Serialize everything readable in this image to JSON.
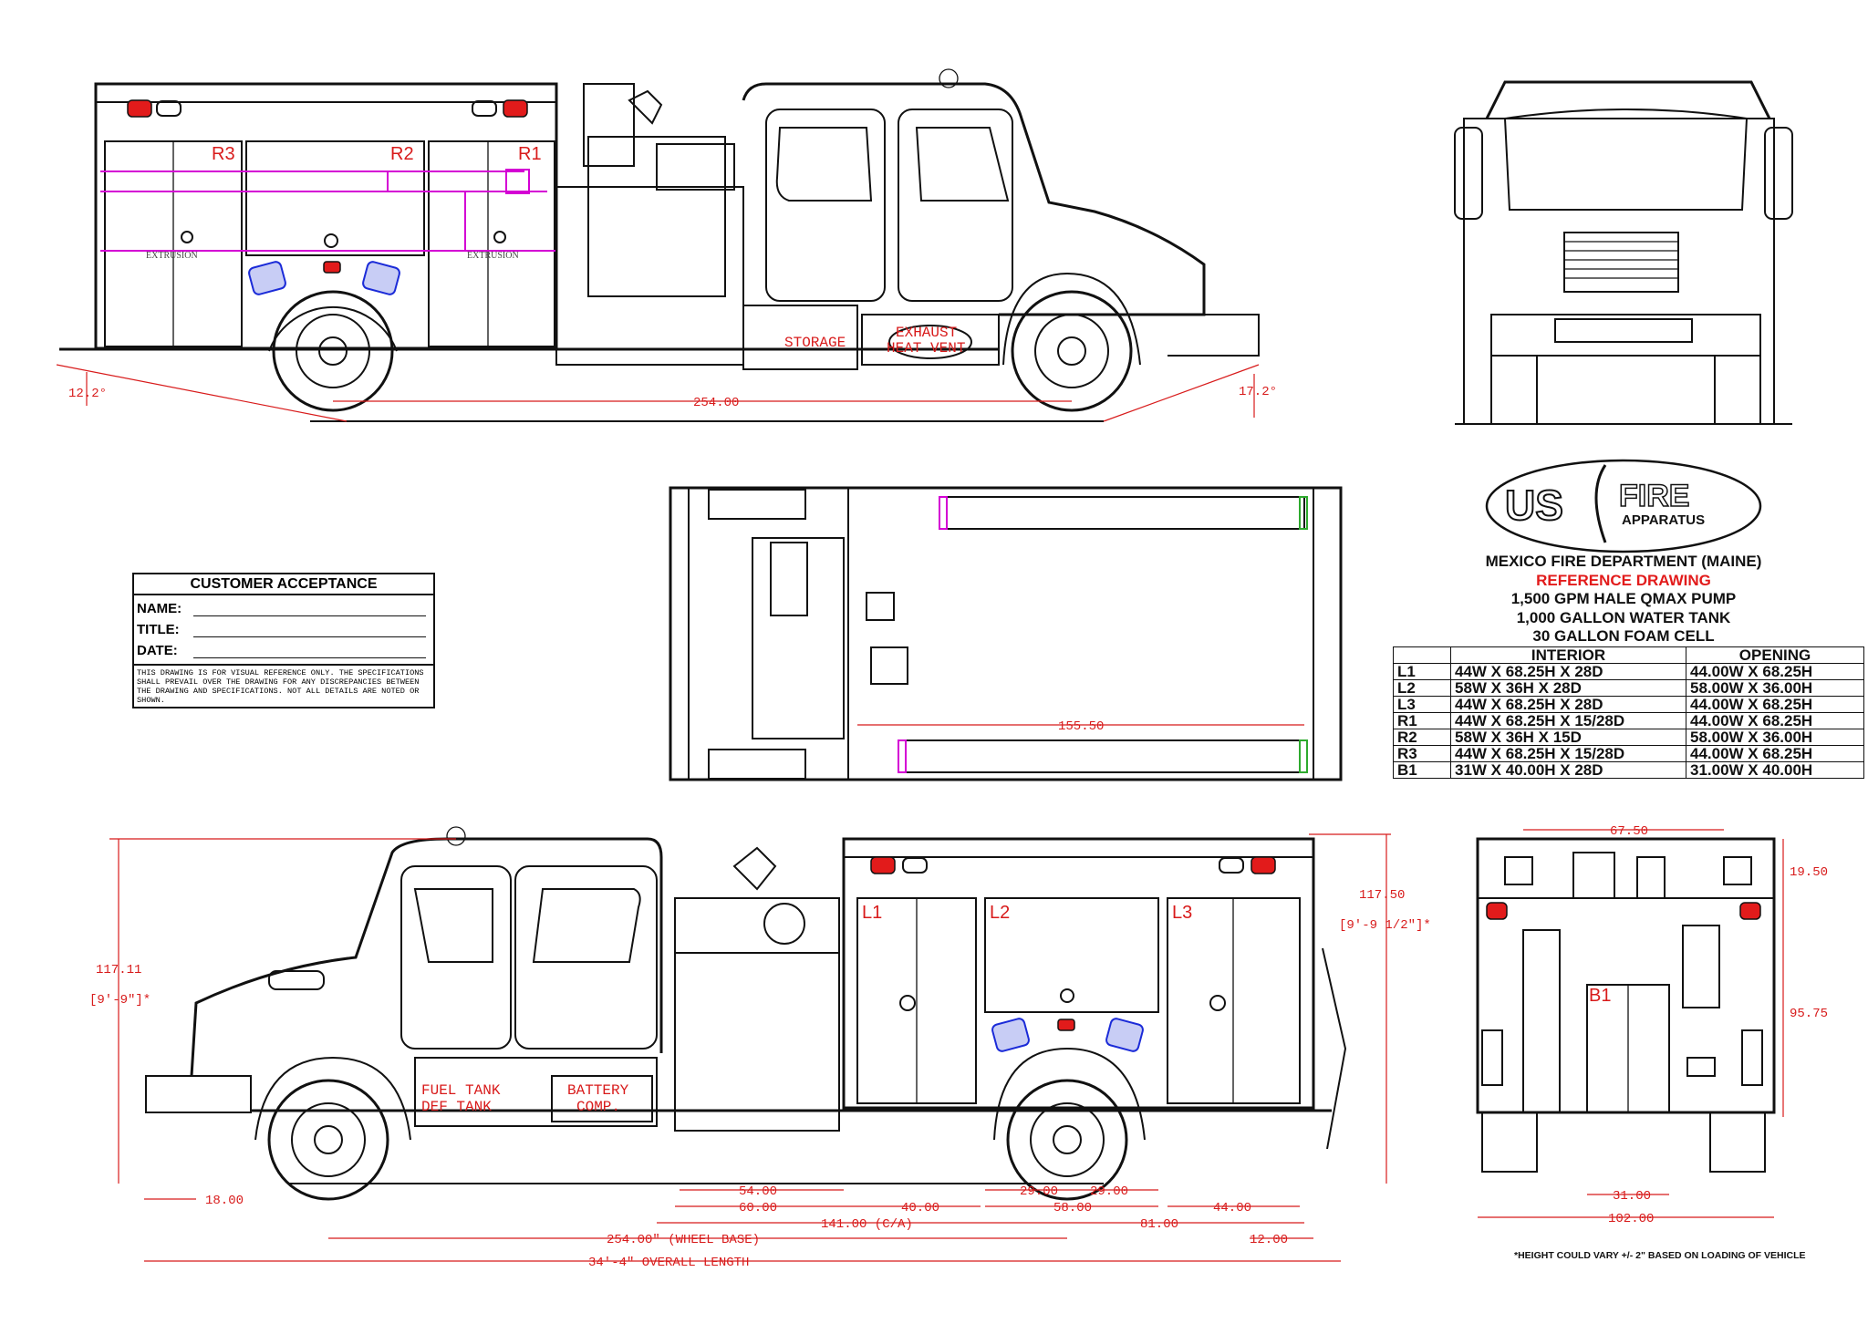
{
  "compartment_labels": {
    "right": [
      "R3",
      "R2",
      "R1"
    ],
    "left": [
      "L1",
      "L2",
      "L3"
    ],
    "rear": "B1"
  },
  "panel_labels": {
    "storage": "STORAGE",
    "exhaust_1": "EXHAUST",
    "exhaust_2": "HEAT VENT",
    "extrusion": "EXTRUSION",
    "fuel_tank": "FUEL TANK",
    "def_tank": "DEF TANK",
    "battery_1": "BATTERY",
    "battery_2": "COMP."
  },
  "dimensions": {
    "approach_angle": "12.2°",
    "departure_angle": "17.2°",
    "top_wheelbase": "254.00",
    "top_view_length": "155.50",
    "height_left": "117.11",
    "height_left_ft": "[9'-9\"]*",
    "height_right": "117.50",
    "height_right_ft": "[9'-9 1/2\"]*",
    "front_overhang": "18.00",
    "d_54": "54.00",
    "d_60": "60.00",
    "d_40": "40.00",
    "d_29a": "29.00",
    "d_29b": "29.00",
    "d_58": "58.00",
    "d_44": "44.00",
    "d_141": "141.00 (C/A)",
    "d_81": "81.00",
    "d_254": "254.00\" (WHEEL BASE)",
    "d_12": "12.00",
    "overall": "34'-4\" OVERALL LENGTH",
    "rear_67": "67.50",
    "rear_19": "19.50",
    "rear_95": "95.75",
    "rear_31": "31.00",
    "rear_102": "102.00"
  },
  "logo": {
    "us": "US",
    "fire": "FIRE",
    "apparatus": "APPARATUS"
  },
  "customer_acceptance": {
    "title": "CUSTOMER ACCEPTANCE",
    "name": "NAME:",
    "title_field": "TITLE:",
    "date": "DATE:",
    "note": "THIS DRAWING IS FOR VISUAL REFERENCE ONLY. THE SPECIFICATIONS SHALL PREVAIL OVER THE DRAWING FOR ANY DISCREPANCIES BETWEEN THE DRAWING AND SPECIFICATIONS. NOT ALL DETAILS ARE NOTED OR SHOWN."
  },
  "spec": {
    "dept": "MEXICO FIRE DEPARTMENT (MAINE)",
    "ref": "REFERENCE DRAWING",
    "pump": "1,500 GPM HALE QMAX PUMP",
    "tank": "1,000 GALLON WATER TANK",
    "foam": "30 GALLON FOAM CELL"
  },
  "table": {
    "headers": [
      "",
      "INTERIOR",
      "OPENING"
    ],
    "rows": [
      [
        "L1",
        "44W X 68.25H X 28D",
        "44.00W X 68.25H"
      ],
      [
        "L2",
        "58W X 36H X 28D",
        "58.00W X 36.00H"
      ],
      [
        "L3",
        "44W X 68.25H X 28D",
        "44.00W X 68.25H"
      ],
      [
        "R1",
        "44W X 68.25H X 15/28D",
        "44.00W X 68.25H"
      ],
      [
        "R2",
        "58W X 36H X 15D",
        "58.00W X 36.00H"
      ],
      [
        "R3",
        "44W X 68.25H X 15/28D",
        "44.00W X 68.25H"
      ],
      [
        "B1",
        "31W X 40.00H X 28D",
        "31.00W X 40.00H"
      ]
    ]
  },
  "footnote": "*HEIGHT COULD VARY +/- 2\" BASED ON LOADING OF VEHICLE",
  "colors": {
    "dimension": "#d81b1b",
    "accent": "#d400d4",
    "lights": "#e21b1b",
    "vents": "#1b2bd8"
  }
}
